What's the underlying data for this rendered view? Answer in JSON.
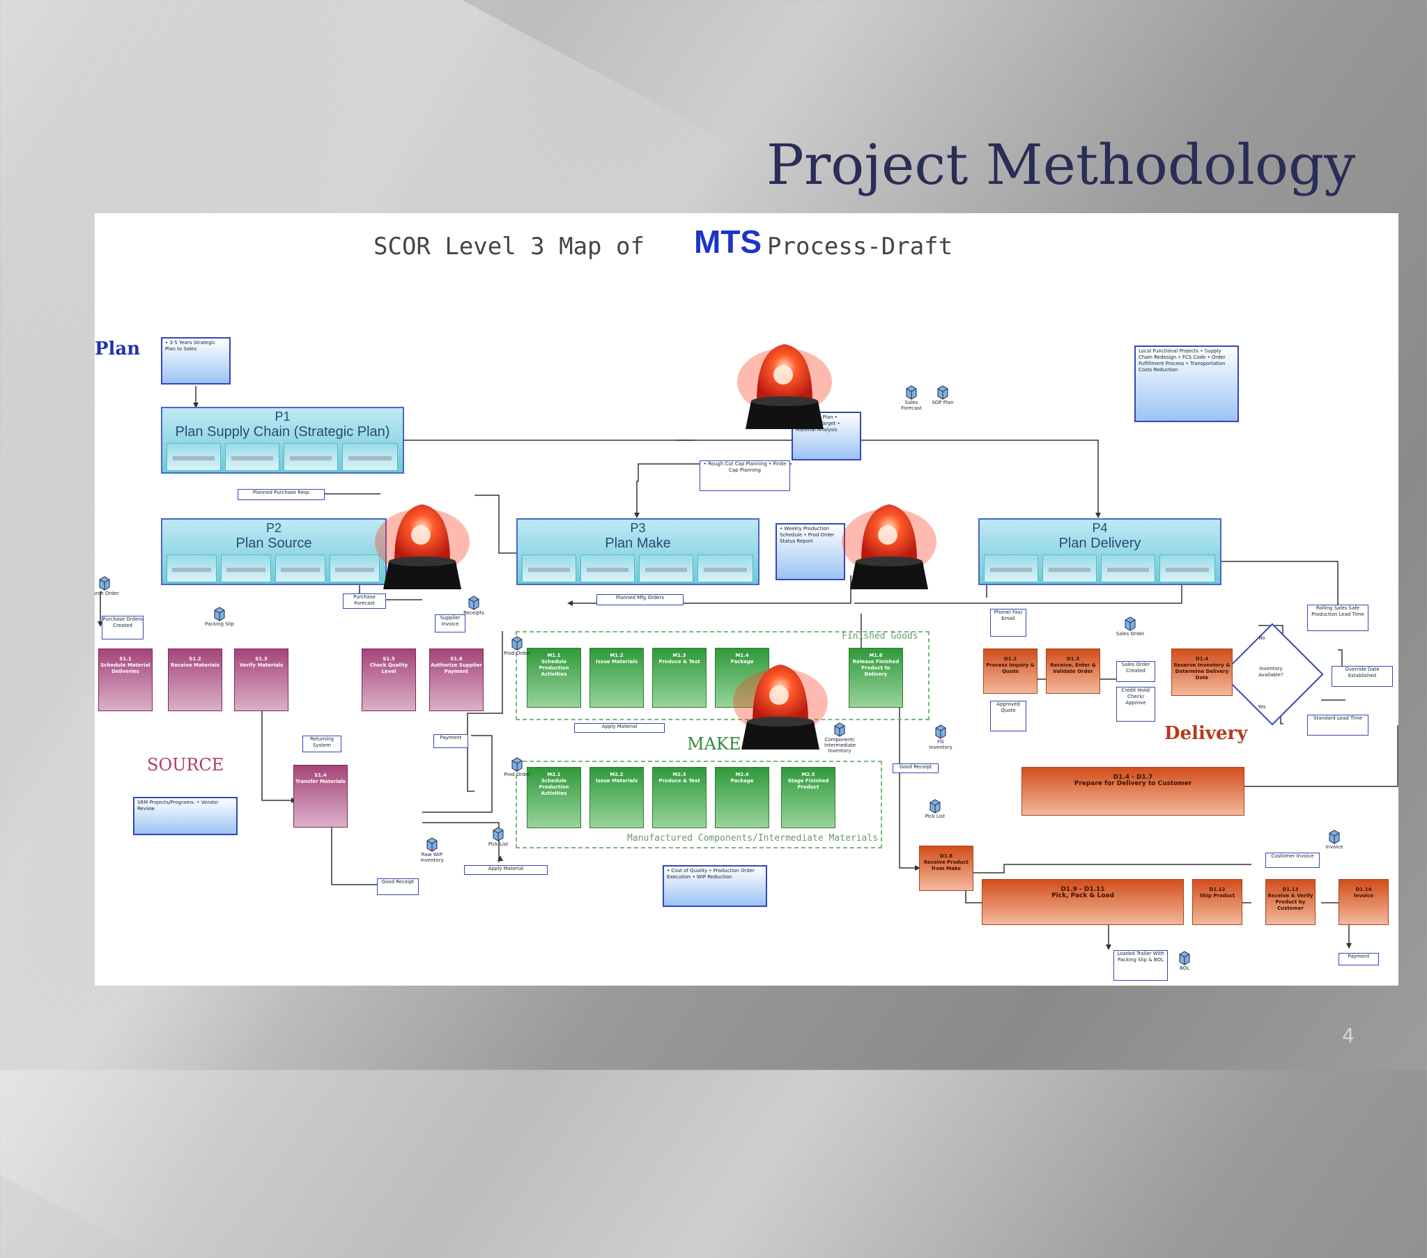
{
  "slide": {
    "title": "Project Methodology",
    "page_number": "4"
  },
  "diagram": {
    "heading_left": "SCOR Level 3 Map of",
    "heading_mts": "MTS",
    "heading_right": "Process-Draft",
    "zones": {
      "plan": "Plan",
      "source": "SOURCE",
      "make": "MAKE",
      "delivery": "Delivery"
    },
    "plan_boxes": [
      {
        "code": "P1",
        "name": "Plan Supply Chain (Strategic Plan)"
      },
      {
        "code": "P2",
        "name": "Plan Source"
      },
      {
        "code": "P3",
        "name": "Plan Make"
      },
      {
        "code": "P4",
        "name": "Plan Delivery"
      }
    ],
    "docs": {
      "strategic": "• 3-5 Years Strategic Plan to Sales",
      "sop": "• Bud SOP Plan • Inventory Target • Material Analysis",
      "production": "• Weekly Production Schedule • Prod Order Status Report",
      "projects": "Local Functional Projects • Supply Chain Redesign • FCS Code • Order Fulfillment Process • Transportation Costs Reduction",
      "source_projects": "SRM Projects/Programs: • Vendor Review",
      "make_projects": "• Cost of Quality • Production Order Execution • WIP Reduction"
    },
    "small_labels": {
      "rough_cut": "• Rough Cut Cap Planning • Finite Cap Planning",
      "planned_purchase": "Planned Purchase Reqs",
      "purchase_forecast": "Purchase Forecast",
      "planned_mfg": "Planned Mfg Orders",
      "purchase_orders": "Purchase Orders Created",
      "supplier_invoice": "Supplier Invoice",
      "payment_source": "Payment",
      "returning_system": "Returning System",
      "good_receipt_source": "Good Receipt",
      "apply_material_top": "Apply Material",
      "apply_material_bottom": "Apply Material",
      "good_receipt_make": "Good Receipt",
      "phone_fax": "Phone/ Fax/ Email",
      "approved_quote": "Approved Quote",
      "sales_order_created": "Sales Order Created",
      "credit_hold": "Credit Hold/ Check/ Approve",
      "rolling_sales": "Rolling Sales Safe Production Lead Time",
      "customer_invoice": "Customer Invoice",
      "payment_delivery": "Payment",
      "loaded_trailer": "Loaded Trailer With Packing Slip & BOL",
      "override": "Override Date Established",
      "standard_lead": "Standard Lead Time",
      "no": "No",
      "yes": "Yes",
      "inventory_available": "Inventory Available?"
    },
    "source_steps": [
      {
        "code": "S1.1",
        "name": "Schedule Material Deliveries"
      },
      {
        "code": "S1.2",
        "name": "Receive Materials"
      },
      {
        "code": "S1.3",
        "name": "Verify Materials"
      },
      {
        "code": "S1.4",
        "name": "Transfer Materials"
      },
      {
        "code": "S1.5",
        "name": "Check Quality Level"
      },
      {
        "code": "S1.6",
        "name": "Authorize Supplier Payment"
      }
    ],
    "make_top": [
      {
        "code": "M1.1",
        "name": "Schedule Production Activities"
      },
      {
        "code": "M1.2",
        "name": "Issue Materials"
      },
      {
        "code": "M1.3",
        "name": "Produce & Test"
      },
      {
        "code": "M1.4",
        "name": "Package"
      },
      {
        "code": "M1.6",
        "name": "Release Finished Product to Delivery"
      }
    ],
    "make_bottom": [
      {
        "code": "M2.1",
        "name": "Schedule Production Activities"
      },
      {
        "code": "M2.2",
        "name": "Issue Materials"
      },
      {
        "code": "M2.3",
        "name": "Produce & Test"
      },
      {
        "code": "M2.4",
        "name": "Package"
      },
      {
        "code": "M2.5",
        "name": "Stage Finished Product"
      }
    ],
    "finished_goods": "Finished Goods",
    "manufactured_components": "Manufactured Components/Intermediate Materials",
    "delivery_steps": [
      {
        "code": "D1.2",
        "name": "Process Inquiry & Quote"
      },
      {
        "code": "D1.3",
        "name": "Receive, Enter & Validate Order"
      },
      {
        "code": "D1.4",
        "name": "Reserve Inventory & Determine Delivery Date"
      },
      {
        "code": "D1.4 - D1.7",
        "name": "Prepare for Delivery to Customer"
      },
      {
        "code": "D1.8",
        "name": "Receive Product from Make"
      },
      {
        "code": "D1.9 - D1.11",
        "name": "Pick, Pack & Load"
      },
      {
        "code": "D1.12",
        "name": "Ship Product"
      },
      {
        "code": "D1.13",
        "name": "Receive & Verify Product by Customer"
      },
      {
        "code": "D1.14",
        "name": "Invoice"
      }
    ],
    "icons": [
      {
        "name": "cube-icon",
        "label": "Sales Forecast"
      },
      {
        "name": "cube-icon",
        "label": "SOP Plan"
      },
      {
        "name": "cube-icon",
        "label": "Purch Order"
      },
      {
        "name": "cube-icon",
        "label": "Packing Slip"
      },
      {
        "name": "cube-icon",
        "label": "Receipts"
      },
      {
        "name": "cube-icon",
        "label": "Prod Order"
      },
      {
        "name": "cube-icon",
        "label": "Prod Order"
      },
      {
        "name": "cube-icon",
        "label": "Pick List"
      },
      {
        "name": "cube-icon",
        "label": "Raw WIP Inventory"
      },
      {
        "name": "cube-icon",
        "label": "Component/ Intermediate Inventory"
      },
      {
        "name": "cube-icon",
        "label": "FG Inventory"
      },
      {
        "name": "cube-icon",
        "label": "Sales Order"
      },
      {
        "name": "cube-icon",
        "label": "Pick List"
      },
      {
        "name": "cube-icon",
        "label": "BOL"
      },
      {
        "name": "cube-icon",
        "label": "Invoice"
      }
    ]
  },
  "colors": {
    "title": "#2a2d55",
    "mts": "#1c35c8",
    "source_zone": "#b03a6a",
    "make_zone": "#2e8b3a",
    "delivery_zone": "#b23b1a",
    "plan_zone": "#2233aa"
  }
}
